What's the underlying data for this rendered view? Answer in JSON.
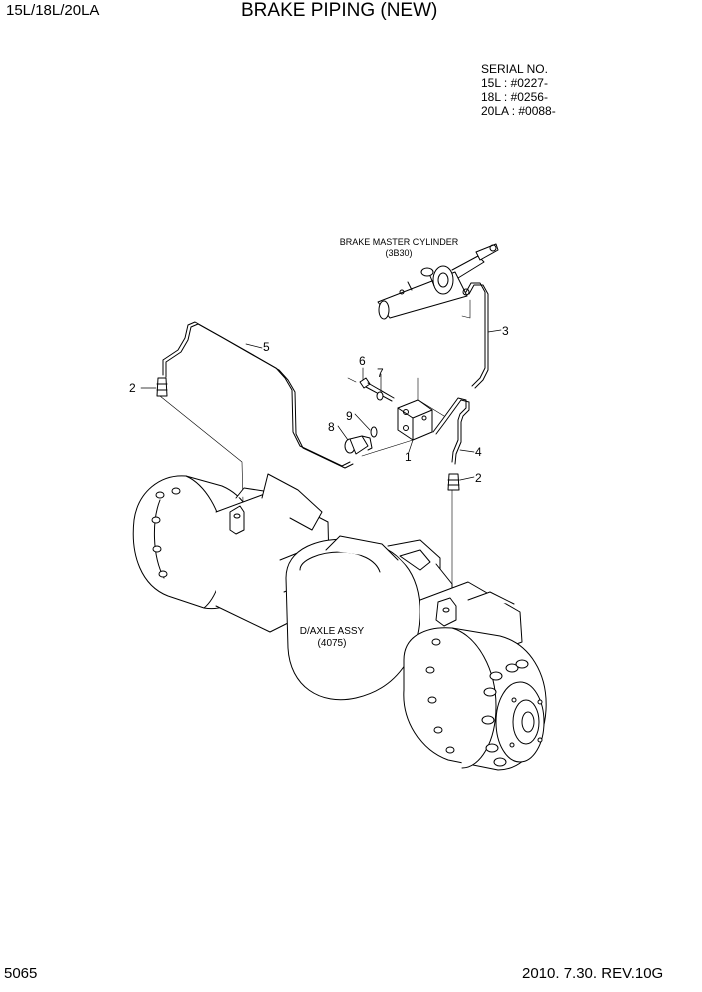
{
  "header": {
    "model": "15L/18L/20LA",
    "title": "BRAKE PIPING (NEW)"
  },
  "serial": {
    "heading": "SERIAL NO.",
    "lines": [
      "15L : #0227-",
      "18L : #0256-",
      "20LA : #0088-"
    ]
  },
  "callouts": {
    "master_cylinder": "BRAKE MASTER CYLINDER",
    "master_cylinder_ref": "(3B30)",
    "axle": "D/AXLE ASSY",
    "axle_ref": "(4075)"
  },
  "part_numbers": {
    "p1": "1",
    "p2_left": "2",
    "p2_right": "2",
    "p3": "3",
    "p4": "4",
    "p5": "5",
    "p6": "6",
    "p7": "7",
    "p8": "8",
    "p9": "9"
  },
  "footer": {
    "page": "5065",
    "revision": "2010. 7.30.  REV.10G"
  }
}
